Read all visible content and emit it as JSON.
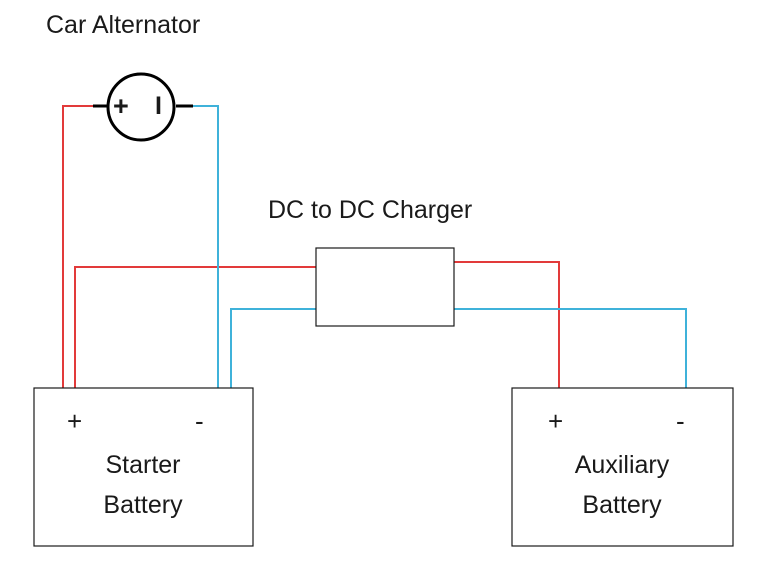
{
  "alternator": {
    "label": "Car Alternator",
    "plus": "+",
    "minus": "I"
  },
  "charger": {
    "label": "DC to DC Charger"
  },
  "starter_battery": {
    "line1": "Starter",
    "line2": "Battery",
    "plus": "+",
    "minus": "-"
  },
  "aux_battery": {
    "line1": "Auxiliary",
    "line2": "Battery",
    "plus": "+",
    "minus": "-"
  },
  "colors": {
    "positive": "#e23a3a",
    "negative": "#3fb2da",
    "outline": "#000000"
  }
}
